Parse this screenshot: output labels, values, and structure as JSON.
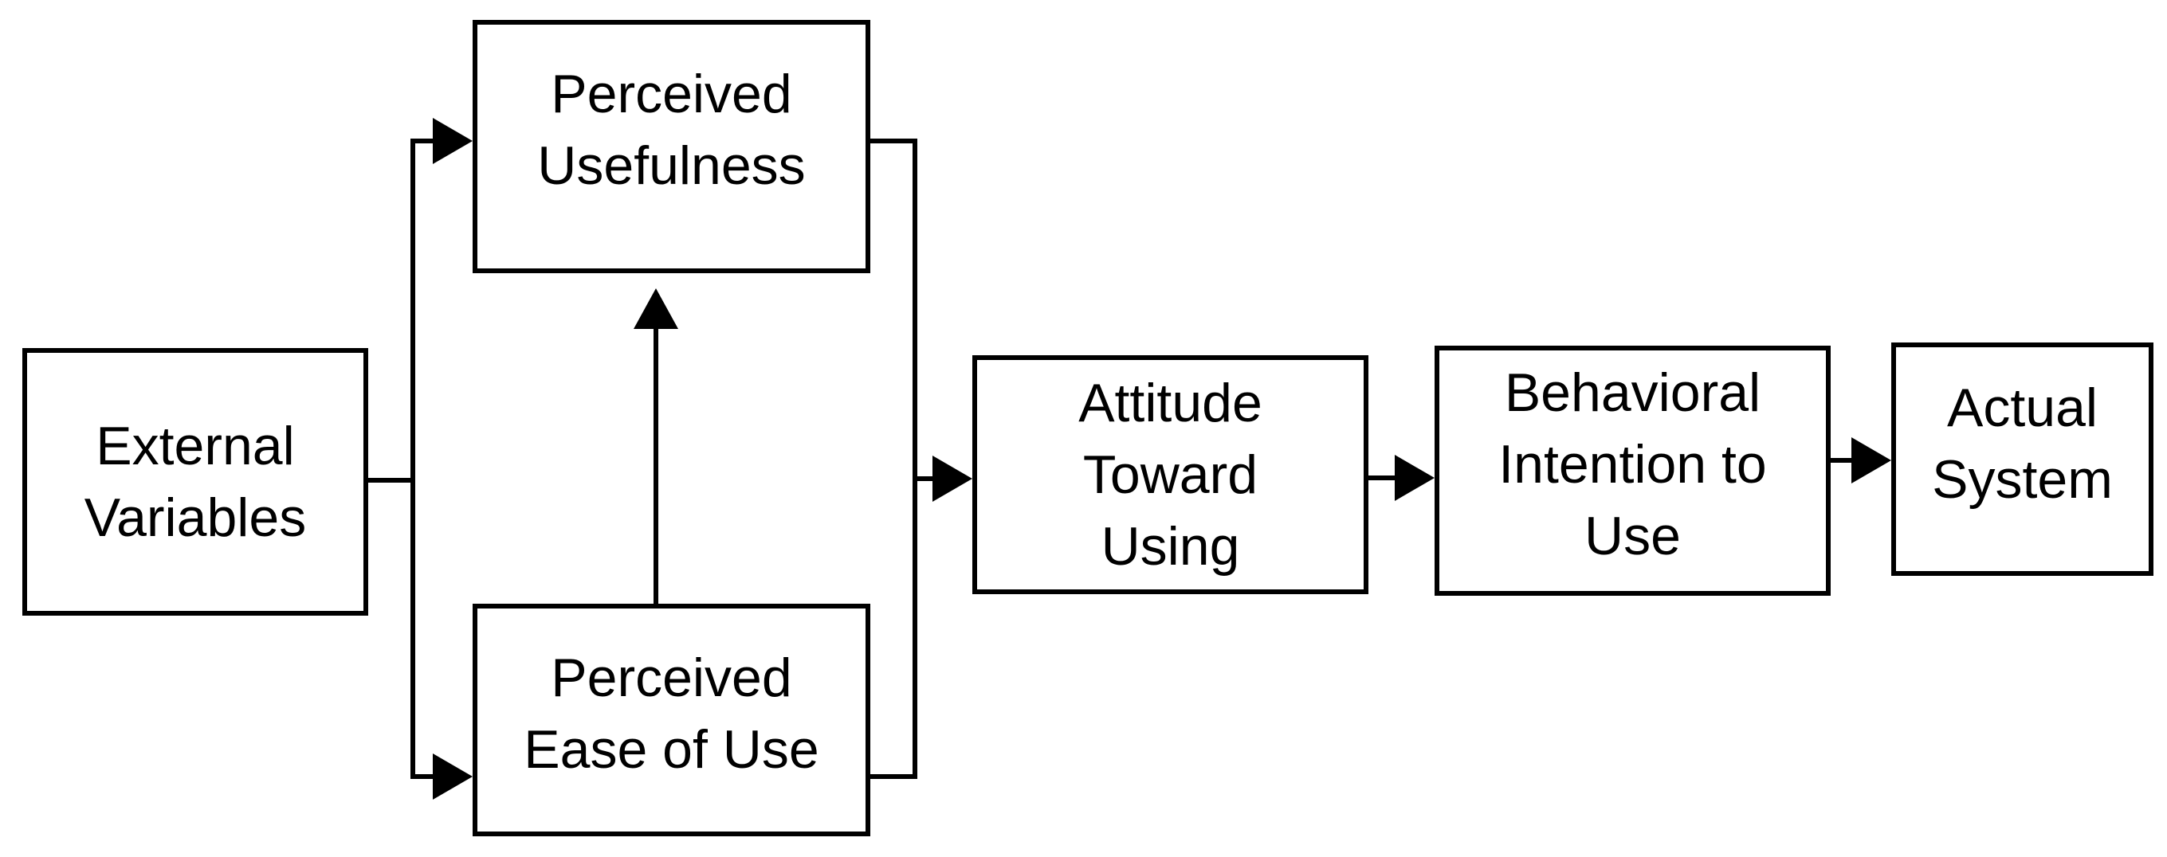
{
  "nodes": {
    "external_variables": {
      "label": "External\nVariables"
    },
    "perceived_usefulness": {
      "label": "Perceived\nUsefulness"
    },
    "perceived_ease_of_use": {
      "label": "Perceived\nEase of Use"
    },
    "attitude_toward_using": {
      "label": "Attitude\nToward\nUsing"
    },
    "behavioral_intention_to_use": {
      "label": "Behavioral\nIntention to\nUse"
    },
    "actual_system": {
      "label": "Actual\nSystem"
    }
  },
  "edges": [
    {
      "from": "external_variables",
      "to": "perceived_usefulness"
    },
    {
      "from": "external_variables",
      "to": "perceived_ease_of_use"
    },
    {
      "from": "perceived_ease_of_use",
      "to": "perceived_usefulness"
    },
    {
      "from": "perceived_usefulness",
      "to": "attitude_toward_using"
    },
    {
      "from": "perceived_ease_of_use",
      "to": "attitude_toward_using"
    },
    {
      "from": "attitude_toward_using",
      "to": "behavioral_intention_to_use"
    },
    {
      "from": "behavioral_intention_to_use",
      "to": "actual_system"
    }
  ],
  "colors": {
    "line": "#000000",
    "box_border": "#000000",
    "text": "#000000",
    "background": "#ffffff"
  }
}
